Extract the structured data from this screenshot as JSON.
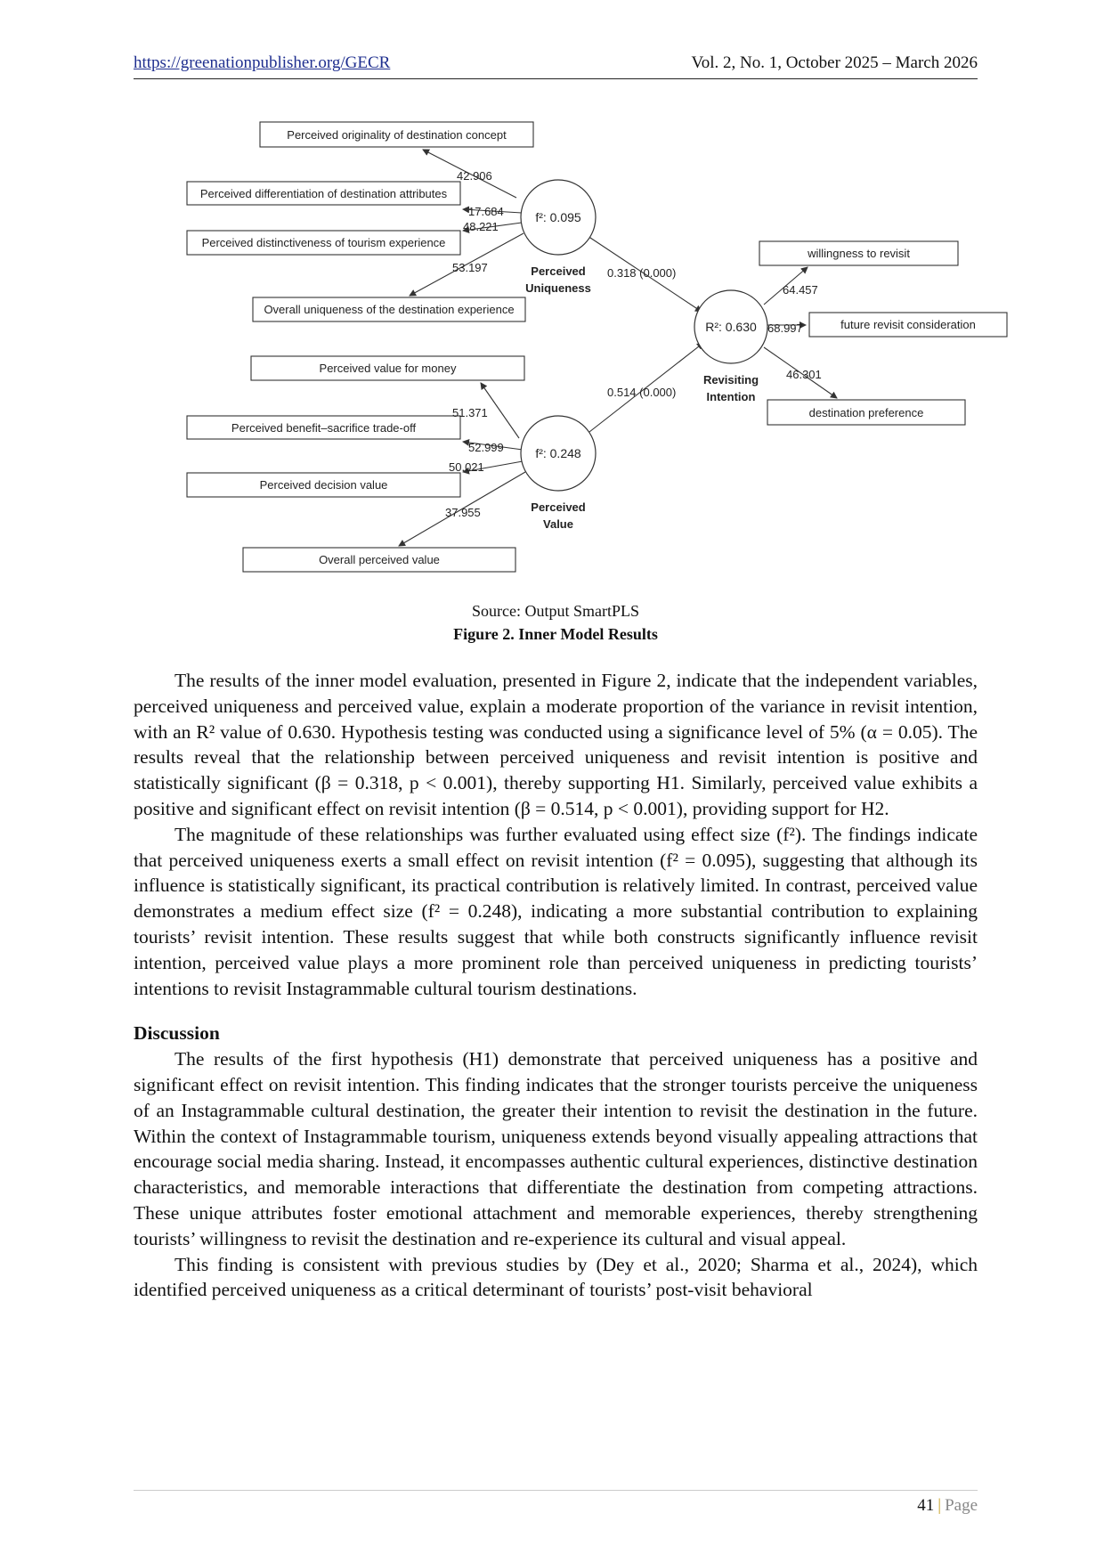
{
  "header": {
    "url": "https://greenationpublisher.org/GECR",
    "volume": "Vol. 2, No. 1, October 2025 – March 2026"
  },
  "figure": {
    "indicators_uniqueness": [
      "Perceived originality of destination concept",
      "Perceived differentiation of destination attributes",
      "Perceived distinctiveness of tourism experience",
      "Overall uniqueness of the destination experience"
    ],
    "loadings_uniqueness": [
      "42.906",
      "17.684",
      "48.221",
      "53.197"
    ],
    "indicators_value": [
      "Perceived value for money",
      "Perceived benefit–sacrifice trade-off",
      "Perceived decision value",
      "Overall perceived value"
    ],
    "loadings_value": [
      "51.371",
      "52.999",
      "50.021",
      "37.955"
    ],
    "indicators_revisit": [
      "willingness to revisit",
      "future revisit consideration",
      "destination preference"
    ],
    "loadings_revisit": [
      "64.457",
      "68.997",
      "46.301"
    ],
    "lv_uniqueness_line1": "Perceived",
    "lv_uniqueness_line2": "Uniqueness",
    "lv_uniqueness_stat": "f²: 0.095",
    "lv_value_line1": "Perceived",
    "lv_value_line2": "Value",
    "lv_value_stat": "f²: 0.248",
    "lv_revisit_line1": "Revisiting",
    "lv_revisit_line2": "Intention",
    "lv_revisit_stat": "R²: 0.630",
    "path_uniqueness": "0.318 (0.000)",
    "path_value": "0.514 (0.000)",
    "source": "Source: Output SmartPLS",
    "caption": "Figure 2. Inner Model Results"
  },
  "body": {
    "para1": "The results of the inner model evaluation, presented in Figure 2, indicate that the independent variables, perceived uniqueness and perceived value, explain a moderate proportion of the variance in revisit intention, with an R² value of 0.630. Hypothesis testing was conducted using a significance level of 5% (α = 0.05). The results reveal that the relationship between perceived uniqueness and revisit intention is positive and statistically significant (β = 0.318, p < 0.001), thereby supporting H1. Similarly, perceived value exhibits a positive and significant effect on revisit intention (β = 0.514, p < 0.001), providing support for H2.",
    "para2": "The magnitude of these relationships was further evaluated using effect size (f²). The findings indicate that perceived uniqueness exerts a small effect on revisit intention (f² = 0.095), suggesting that although its influence is statistically significant, its practical contribution is relatively limited. In contrast, perceived value demonstrates a medium effect size (f² = 0.248), indicating a more substantial contribution to explaining tourists’ revisit intention. These results suggest that while both constructs significantly influence revisit intention, perceived value plays a more prominent role than perceived uniqueness in predicting tourists’ intentions to revisit Instagrammable cultural tourism destinations.",
    "heading": "Discussion",
    "para3": "The results of the first hypothesis (H1) demonstrate that perceived uniqueness has a positive and significant effect on revisit intention. This finding indicates that the stronger tourists perceive the uniqueness of an Instagrammable cultural destination, the greater their intention to revisit the destination in the future. Within the context of Instagrammable tourism, uniqueness extends beyond visually appealing attractions that encourage social media sharing. Instead, it encompasses authentic cultural experiences, distinctive destination characteristics, and memorable interactions that differentiate the destination from competing attractions. These unique attributes foster emotional attachment and memorable experiences, thereby strengthening tourists’ willingness to revisit the destination and re-experience its cultural and visual appeal.",
    "para4": "This finding is consistent with previous studies by (Dey et al., 2020; Sharma et al., 2024), which identified perceived uniqueness as a critical determinant of tourists’ post-visit behavioral"
  },
  "footer": {
    "page_number": "41",
    "separator": "|",
    "page_label": "Page"
  }
}
